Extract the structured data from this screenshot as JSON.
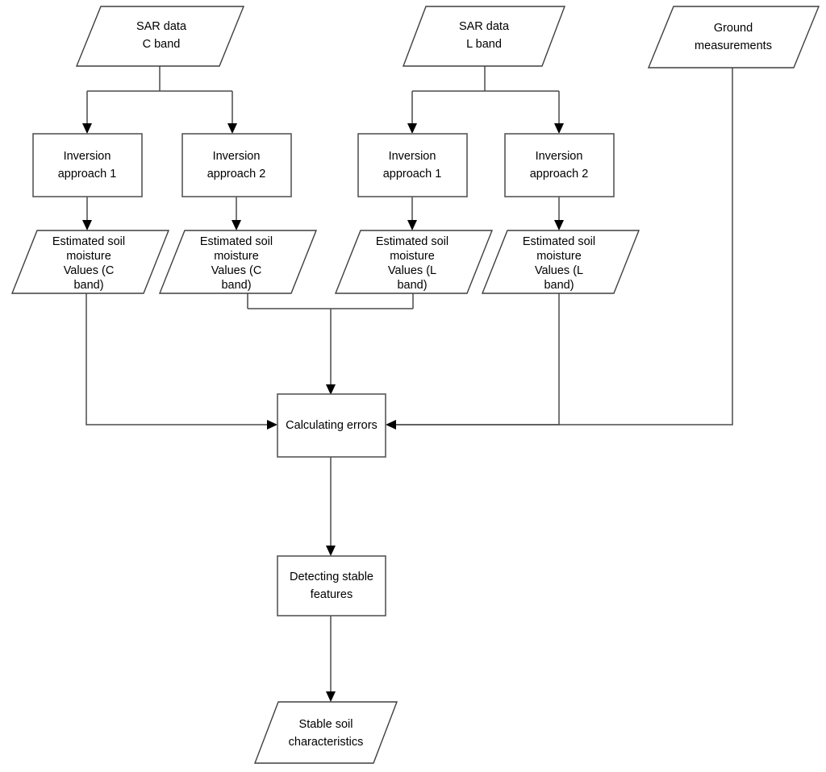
{
  "diagram": {
    "title": "Soil moisture estimation and stable feature detection flowchart",
    "background_color": "#ffffff",
    "line_color": "#4a4a4a",
    "text_color": "#000000",
    "nodes": {
      "sar_c": {
        "shape": "parallelogram",
        "line1": "SAR data",
        "line2": "C band"
      },
      "sar_l": {
        "shape": "parallelogram",
        "line1": "SAR data",
        "line2": "L band"
      },
      "ground": {
        "shape": "parallelogram",
        "line1": "Ground",
        "line2": "measurements"
      },
      "inv_c1": {
        "shape": "rectangle",
        "line1": "Inversion",
        "line2": "approach 1"
      },
      "inv_c2": {
        "shape": "rectangle",
        "line1": "Inversion",
        "line2": "approach 2"
      },
      "inv_l1": {
        "shape": "rectangle",
        "line1": "Inversion",
        "line2": "approach 1"
      },
      "inv_l2": {
        "shape": "rectangle",
        "line1": "Inversion",
        "line2": "approach 2"
      },
      "est_c1": {
        "shape": "parallelogram",
        "line1": "Estimated soil",
        "line2": "moisture",
        "line3": "Values (C",
        "line4": "band)"
      },
      "est_c2": {
        "shape": "parallelogram",
        "line1": "Estimated soil",
        "line2": "moisture",
        "line3": "Values (C",
        "line4": "band)"
      },
      "est_l1": {
        "shape": "parallelogram",
        "line1": "Estimated soil",
        "line2": "moisture",
        "line3": "Values (L",
        "line4": "band)"
      },
      "est_l2": {
        "shape": "parallelogram",
        "line1": "Estimated soil",
        "line2": "moisture",
        "line3": "Values (L",
        "line4": "band)"
      },
      "calc_errors": {
        "shape": "rectangle",
        "line1": "Calculating errors"
      },
      "detect_stable": {
        "shape": "rectangle",
        "line1": "Detecting stable",
        "line2": "features"
      },
      "stable_soil": {
        "shape": "parallelogram",
        "line1": "Stable soil",
        "line2": "characteristics"
      }
    },
    "edges": [
      {
        "from": "sar_c",
        "to": "inv_c1",
        "style": "elbow-split"
      },
      {
        "from": "sar_c",
        "to": "inv_c2",
        "style": "elbow-split"
      },
      {
        "from": "sar_l",
        "to": "inv_l1",
        "style": "elbow-split"
      },
      {
        "from": "sar_l",
        "to": "inv_l2",
        "style": "elbow-split"
      },
      {
        "from": "inv_c1",
        "to": "est_c1",
        "style": "straight-down"
      },
      {
        "from": "inv_c2",
        "to": "est_c2",
        "style": "straight-down"
      },
      {
        "from": "inv_l1",
        "to": "est_l1",
        "style": "straight-down"
      },
      {
        "from": "inv_l2",
        "to": "est_l2",
        "style": "straight-down"
      },
      {
        "from": "est_c1",
        "to": "calc_errors",
        "style": "elbow-left-entry"
      },
      {
        "from": "est_c2",
        "to": "calc_errors",
        "style": "elbow-merge-top"
      },
      {
        "from": "est_l1",
        "to": "calc_errors",
        "style": "elbow-merge-top"
      },
      {
        "from": "est_l2",
        "to": "calc_errors",
        "style": "elbow-right-entry"
      },
      {
        "from": "ground",
        "to": "calc_errors",
        "style": "elbow-right-entry"
      },
      {
        "from": "calc_errors",
        "to": "detect_stable",
        "style": "straight-down"
      },
      {
        "from": "detect_stable",
        "to": "stable_soil",
        "style": "straight-down"
      }
    ]
  }
}
